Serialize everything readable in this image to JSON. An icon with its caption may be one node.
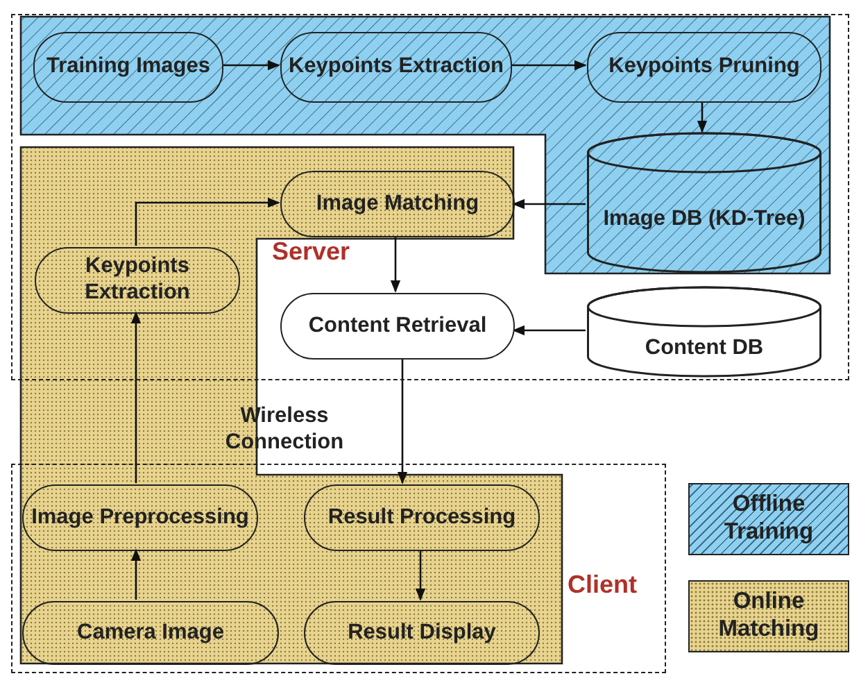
{
  "diagram": {
    "nodes": [
      {
        "text": [
          "Server"
        ]
      },
      {
        "text": [
          "Training Images"
        ],
        "in": 0
      },
      {
        "text": [
          "Keypoints Extraction"
        ],
        "in": 0
      },
      {
        "text": [
          "Keypoints Pruning"
        ],
        "in": 0
      },
      {
        "text": [
          "Image DB (KD-Tree)"
        ],
        "in": 0
      },
      {
        "text": [
          "Image Matching"
        ],
        "in": 0
      },
      {
        "text": [
          "Keypoints Extraction"
        ],
        "in": 0
      },
      {
        "text": [
          "Content Retrieval"
        ],
        "in": 0
      },
      {
        "text": [
          "Content DB"
        ],
        "in": 0
      },
      {
        "text": [
          "Client"
        ]
      },
      {
        "text": [
          "Image Preprocessing"
        ],
        "in": 9
      },
      {
        "text": [
          "Result Processing"
        ],
        "in": 9
      },
      {
        "text": [
          "Camera Image"
        ],
        "in": 9
      },
      {
        "text": [
          "Result Display"
        ],
        "in": 9
      }
    ],
    "edges": [
      {
        "from": 1,
        "to": 2,
        "arrow": "to"
      },
      {
        "from": 2,
        "to": 3,
        "arrow": "to"
      },
      {
        "from": 3,
        "to": 4,
        "arrow": "to"
      },
      {
        "from": 4,
        "to": 5,
        "arrow": "to"
      },
      {
        "from": 6,
        "to": 5,
        "arrow": "to"
      },
      {
        "from": 5,
        "to": 7,
        "arrow": "to"
      },
      {
        "from": 8,
        "to": 7,
        "arrow": "to"
      },
      {
        "from": 7,
        "to": 11,
        "arrow": "to"
      },
      {
        "from": 10,
        "to": 6,
        "arrow": "to"
      },
      {
        "from": 12,
        "to": 10,
        "arrow": "to"
      },
      {
        "from": 11,
        "to": 13,
        "arrow": "to"
      }
    ],
    "labels": [
      "Wireless Connection"
    ],
    "legend": [
      {
        "text": "Offline Training",
        "color": "#8fd0f0"
      },
      {
        "text": "Online Matching",
        "color": "#e8d48e"
      }
    ]
  }
}
